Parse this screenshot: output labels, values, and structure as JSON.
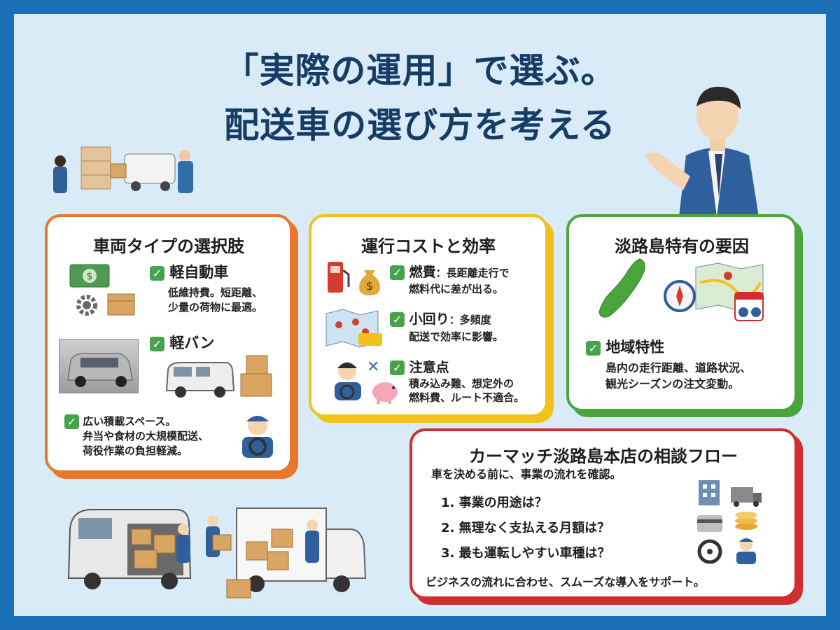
{
  "title": {
    "line1": "「実際の運用」で選ぶ。",
    "line2": "配送車の選び方を考える"
  },
  "vehicle_types": {
    "title": "車両タイプの選択肢",
    "kei_car": {
      "label": "軽自動車",
      "desc1": "低維持費。短距離、",
      "desc2": "少量の荷物に最適。"
    },
    "kei_van": {
      "label": "軽バン"
    },
    "space": {
      "line1": "広い積載スペース。",
      "line2": "弁当や食材の大規模配送、",
      "line3": "荷役作業の負担軽減。"
    }
  },
  "cost": {
    "title": "運行コストと効率",
    "fuel": {
      "label": "燃費",
      "desc_head": "：長距離走行で",
      "desc2": "燃料代に差が出る。"
    },
    "turning": {
      "label": "小回り",
      "desc_head": "：多頻度",
      "desc2": "配送で効率に影響。"
    },
    "caution": {
      "label": "注意点",
      "desc1": "積み込み難、想定外の",
      "desc2": "燃料費、ルート不適合。"
    }
  },
  "awaji": {
    "title": "淡路島特有の要因",
    "regional": {
      "label": "地域特性",
      "desc1": "島内の走行距離、道路状況、",
      "desc2": "観光シーズンの注文変動。"
    }
  },
  "flow": {
    "title": "カーマッチ淡路島本店の相談フロー",
    "intro": "車を決める前に、事業の流れを確認。",
    "q1": "1. 事業の用途は？",
    "q2": "2. 無理なく支払える月額は？",
    "q3": "3. 最も運転しやすい車種は？",
    "footer": "ビジネスの流れに合わせ、スムーズな導入をサポート。"
  },
  "colors": {
    "background": "#d9ebf7",
    "border": "#1a6fb5",
    "title": "#163c66",
    "orange": "#e8762d",
    "yellow": "#f2c21b",
    "green": "#4aa63c",
    "red": "#cf2f2f",
    "check": "#46a34a"
  },
  "icons": [
    "check-icon",
    "money-icon",
    "gear-icon",
    "box-icon",
    "van-icon",
    "fuel-pump-icon",
    "money-bag-icon",
    "map-icon",
    "truck-icon",
    "driver-icon",
    "piggy-bank-icon",
    "island-icon",
    "compass-icon",
    "calendar-icon",
    "building-icon",
    "credit-card-icon",
    "coins-icon",
    "steering-wheel-icon",
    "businessman-icon"
  ]
}
